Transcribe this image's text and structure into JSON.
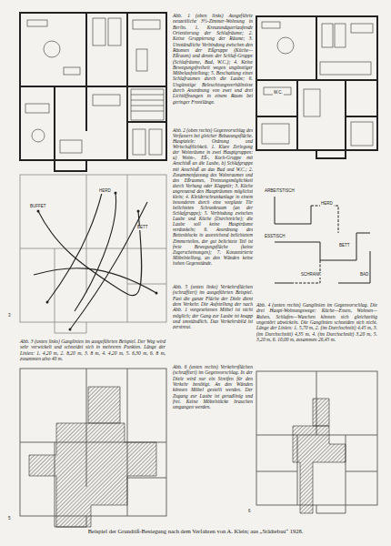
{
  "diagram": {
    "caption": "Beispiel der Grundriß-Besiegung nach dem Verfahren von A. Klein; aus „Städtebau“ 1928.",
    "labels": [
      "Abb. 1 (oben links) Ausgeführte neuzeitliche 3½-Zimmer-Wohnung in Berlin. 1. Kreuzundquerlaufende Orientierung der Schlafräume; 2. Keine Gruppierung der Räume; 3. Umständliche Verbindung zwischen den Räumen der Eßgruppe (Küche—Eßraum) und denen der Schlaf-Gruppe (Schlafräume, Bad, W.C.); 4. Keine Bewegungsfreiheit wegen ungünstiger Möbelaufstellung; 5. Beschattung eines Schlafraumes durch die Laube; 6. Ungünstige Beleuchtungsverhältnisse durch Anordnung von zwei und drei Lichtöffnungen in einem Raum bei geringer Frontlänge.",
      "Abb. 2 (oben rechts) Gegenvorschlag des Verfassers bei gleicher Bebauungsfläche. Hauptziele: Ordnung und Wirtschaftlichkeit. 1. Klare Zerlegung der Wohnräume in zwei Hauptgruppen: a) Wohn-, Eß-, Koch-Gruppe mit Anschluß an die Laube, b) Schlafgruppe mit Anschluß an das Bad und W.C.; 2. Zusammenfassung des Wohnraumes und des Eßraumes, Trennungsmöglichkeit durch Vorhang oder Klapptür; 3. Küche angrenzend den Haupträumen möglichst klein; 4. Kleiderschrankanlage in einem besonderen durch eine vorglaste Tür belichteten Schrankraum (an der Schlafgruppe); 5. Verbindung zwischen Laube und Küche (Durchreiche); die Laube soll keine Haupträume verdunkeln; 6. Anordnung des Bettenblocks in ausreichend belichtetem Zimmerteilen, der gut belichtete Teil ist freie Bewegungsfläche (keine Zugerscheinungen); 7. Konzentrierte Möbelstellung, an den Wänden keine hohen Gegenstände.",
      "Abb. 3 (unten links) Ganglinien im ausgeführten Beispiel. Der Weg wird sehr verwickelt und schneidet sich in mehreren Punkten. Länge der Linien: 1. 4,20 m, 2. 8,20 m, 3. 8 m, 4. 4,20 m, 5. 6,30 m, 6. 8 m, zusammen also 40 m.",
      "Abb. 4 (unten rechts) Ganglinien im Gegenvorschlag. Die drei Haupt-Wohnungswege: Küche—Essen, Wohnen—Ruhen, Schlafen—Waschen können sich gleichzeitig ungestört abwickeln. Die Ganglinien schneiden sich nicht. Länge der Linien: 1. 5,70 m, 2. (im Durchschnitt) 4,45 m, 3. (im Durchschnitt) 4,35 m, 4. (im Durchschnitt) 3,20 m, 5. 3,20 m, 6. 10,00 m, zusammen 26,45 m.",
      "Abb. 5 (unten links) Verkehrsflächen (schraffiert) im ausgeführten Beispiel. Fast die ganze Fläche der Diele dient dem Verkehr. Die Aufstellung der nach Abb. 1 vorgesehenen Möbel ist nicht möglich; der Gang zur Laube ist knapp und umständlich. Das Verkehrsbild ist zerstreut.",
      "Abb. 6 (unten rechts) Verkehrsflächen (schraffiert) im Gegenvorschlag. In der Diele wird nur ein Streifen für den Verkehr benötigt. An den Wänden können Möbel gestellt werden. Der Zugang zur Laube ist geradlinig und frei. Keine Möbelstücke brauchen umgangen werden.",
      "BUFFET",
      "HERD",
      "BETT",
      "ARBEITSTISCH",
      "HERD",
      "ESSTISCH",
      "BETT",
      "SCHRANK",
      "BAD",
      "W.C.",
      "3",
      "5",
      "6"
    ]
  }
}
